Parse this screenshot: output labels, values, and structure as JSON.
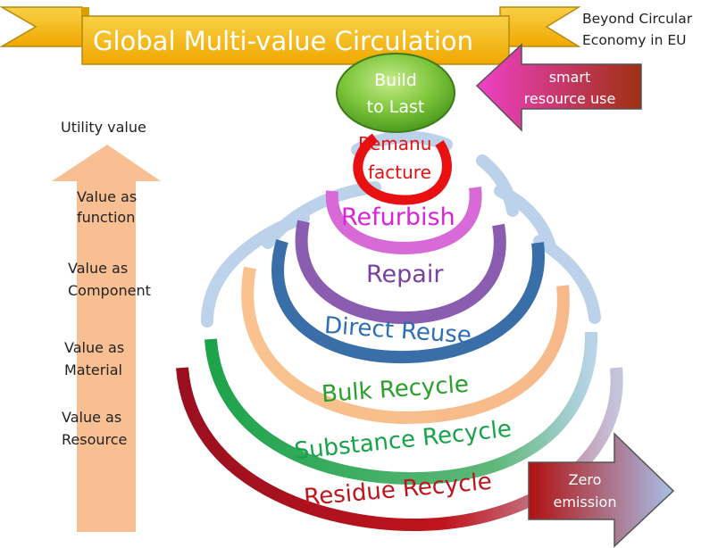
{
  "banner": {
    "title": "Global Multi-value Circulation"
  },
  "corner_note": {
    "line1": "Beyond Circular",
    "line2": "Economy in EU"
  },
  "top_node": {
    "line1": "Build",
    "line2": "to Last"
  },
  "smart_arrow": {
    "line1": "smart",
    "line2": "resource use"
  },
  "zero_arrow": {
    "line1": "Zero",
    "line2": "emission"
  },
  "value_axis": {
    "top_label": "Utility value",
    "levels": [
      {
        "line1": "Value as",
        "line2": "function"
      },
      {
        "line1": "Value as",
        "line2": "Component"
      },
      {
        "line1": "Value as",
        "line2": "Material"
      },
      {
        "line1": "Value as",
        "line2": "Resource"
      }
    ]
  },
  "loops": [
    {
      "name": "remanufacture",
      "line1": "Remanu",
      "line2": "facture",
      "color": "#e81010"
    },
    {
      "name": "refurbish",
      "label": "Refurbish",
      "color": "#dd22dd"
    },
    {
      "name": "repair",
      "label": "Repair",
      "color": "#7b3fa0"
    },
    {
      "name": "direct-reuse",
      "label": "Direct Reuse",
      "color": "#2e6eb5"
    },
    {
      "name": "bulk-recycle",
      "label": "Bulk Recycle",
      "color": "#2aa02a"
    },
    {
      "name": "substance-recycle",
      "label": "Substance Recycle",
      "color": "#17a34a"
    },
    {
      "name": "residue-recycle",
      "label": "Residue Recycle",
      "color": "#c0141c"
    }
  ],
  "colors": {
    "banner_fill": "#f5b400",
    "banner_panel": "#f6d24a",
    "up_arrow": "#f8bf92",
    "build_node": "#7bc53a",
    "smart_arrow": "#e23bb0",
    "zero_arrow": "#b41a1a"
  }
}
